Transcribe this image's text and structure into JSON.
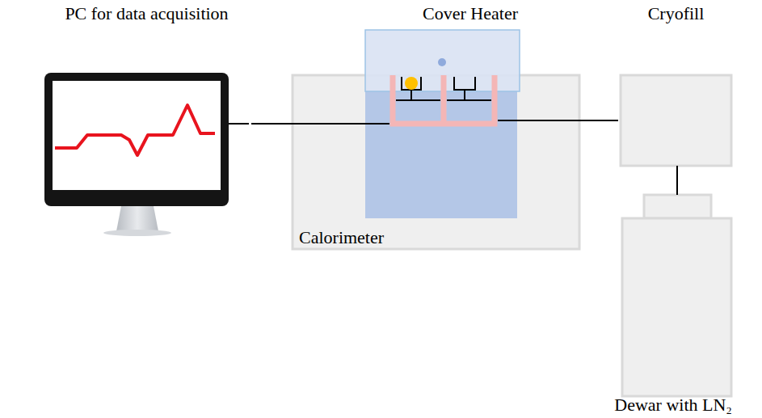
{
  "diagram": {
    "nodes": [
      {
        "text": [
          "PC for data acquisition"
        ]
      },
      {
        "text": [
          "Cover Heater"
        ]
      },
      {
        "text": [
          "Calorimeter"
        ]
      },
      {
        "text": [
          "Cryofill"
        ]
      },
      {
        "text": [
          "Dewar with LN₂"
        ]
      }
    ],
    "edges": [
      {
        "from": 0,
        "to": 2,
        "arrow": "none"
      },
      {
        "from": 2,
        "to": 3,
        "arrow": "none"
      },
      {
        "from": 3,
        "to": 4,
        "arrow": "none"
      }
    ]
  }
}
